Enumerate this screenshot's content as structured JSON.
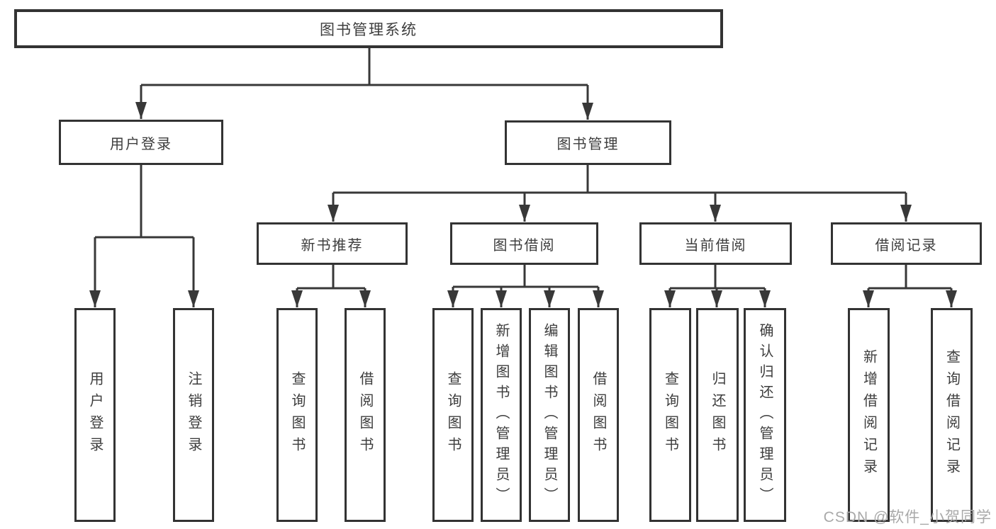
{
  "diagram": {
    "root": {
      "label": "图书管理系统"
    },
    "branches": [
      {
        "label": "用户登录",
        "children": [
          {
            "label": "用户登录"
          },
          {
            "label": "注销登录"
          }
        ]
      },
      {
        "label": "图书管理",
        "children": [
          {
            "label": "新书推荐",
            "children": [
              {
                "label": "查询图书"
              },
              {
                "label": "借阅图书"
              }
            ]
          },
          {
            "label": "图书借阅",
            "children": [
              {
                "label": "查询图书"
              },
              {
                "label": "新增图书（管理员）"
              },
              {
                "label": "编辑图书（管理员）"
              },
              {
                "label": "借阅图书"
              }
            ]
          },
          {
            "label": "当前借阅",
            "children": [
              {
                "label": "查询图书"
              },
              {
                "label": "归还图书"
              },
              {
                "label": "确认归还（管理员）"
              }
            ]
          },
          {
            "label": "借阅记录",
            "children": [
              {
                "label": "新增借阅记录"
              },
              {
                "label": "查询借阅记录"
              }
            ]
          }
        ]
      }
    ]
  },
  "watermark": {
    "text": "CSDN @软件_小贺同学"
  },
  "colors": {
    "line": "#383838",
    "border": "#333333",
    "text": "#3d3d3d",
    "watermark": "#a9a9a9",
    "background": "#ffffff"
  }
}
